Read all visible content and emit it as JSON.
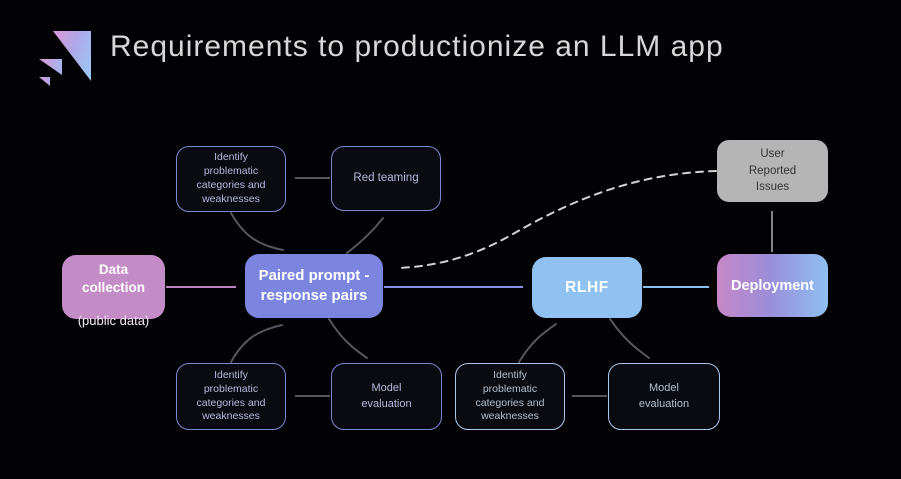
{
  "slide": {
    "title": "Requirements to productionize an LLM app",
    "logo_icon": "gradient-triangles-logo"
  },
  "colors": {
    "background": "#000000",
    "title_text": "#d7d7d7",
    "data_collection_fill": "#c48cc6",
    "paired_prompt_fill": "#7b85e0",
    "rlhf_fill": "#8fc2f0",
    "deployment_gradient_left": "#c787c8",
    "deployment_gradient_right": "#8fc0f2",
    "user_reported_fill": "#b5b5b5",
    "dark_node_fill": "#0a0a11",
    "periwinkle_border": "#7d87cf",
    "blue_border": "#a9c9ec",
    "pink_arrow": "#bd82c2",
    "periwinkle_arrow": "#8a90e6",
    "blue_arrow": "#8cc0f0",
    "gray_arrow": "#848484",
    "cycle_arrow": "#55555c",
    "dashed_arrow": "#d2d2d2"
  },
  "nodes": {
    "data_collection": {
      "title": "Data\ncollection",
      "subtitle": "(public data)"
    },
    "paired_prompt": {
      "label": "Paired prompt -\nresponse pairs"
    },
    "rlhf": {
      "label": "RLHF"
    },
    "deployment": {
      "label": "Deployment"
    },
    "user_reported_issues": {
      "label": "User\nReported\nIssues"
    },
    "identify_top": {
      "label": "Identify\nproblematic\ncategories and\nweaknesses"
    },
    "red_teaming": {
      "label": "Red teaming"
    },
    "identify_bottom_left": {
      "label": "Identify\nproblematic\ncategories and\nweaknesses"
    },
    "model_evaluation_left": {
      "label": "Model\nevaluation"
    },
    "identify_bottom_right": {
      "label": "Identify\nproblematic\ncategories and\nweaknesses"
    },
    "model_evaluation_right": {
      "label": "Model\nevaluation"
    }
  },
  "edges": [
    {
      "from": "data_collection",
      "to": "paired_prompt",
      "style": "solid-pink"
    },
    {
      "from": "paired_prompt",
      "to": "rlhf",
      "style": "solid-periwinkle"
    },
    {
      "from": "rlhf",
      "to": "deployment",
      "style": "solid-blue"
    },
    {
      "from": "deployment",
      "to": "user_reported_issues",
      "style": "solid-gray"
    },
    {
      "from": "user_reported_issues",
      "to": "paired_prompt",
      "style": "dashed-curve"
    },
    {
      "from": "paired_prompt",
      "to": "red_teaming",
      "style": "gray-curve"
    },
    {
      "from": "red_teaming",
      "to": "identify_top",
      "style": "gray-straight"
    },
    {
      "from": "identify_top",
      "to": "paired_prompt",
      "style": "gray-curve"
    },
    {
      "from": "paired_prompt",
      "to": "model_evaluation_left",
      "style": "gray-curve"
    },
    {
      "from": "model_evaluation_left",
      "to": "identify_bottom_left",
      "style": "gray-straight"
    },
    {
      "from": "identify_bottom_left",
      "to": "paired_prompt",
      "style": "gray-curve"
    },
    {
      "from": "rlhf",
      "to": "model_evaluation_right",
      "style": "gray-curve"
    },
    {
      "from": "model_evaluation_right",
      "to": "identify_bottom_right",
      "style": "gray-straight"
    },
    {
      "from": "identify_bottom_right",
      "to": "rlhf",
      "style": "gray-curve"
    }
  ]
}
